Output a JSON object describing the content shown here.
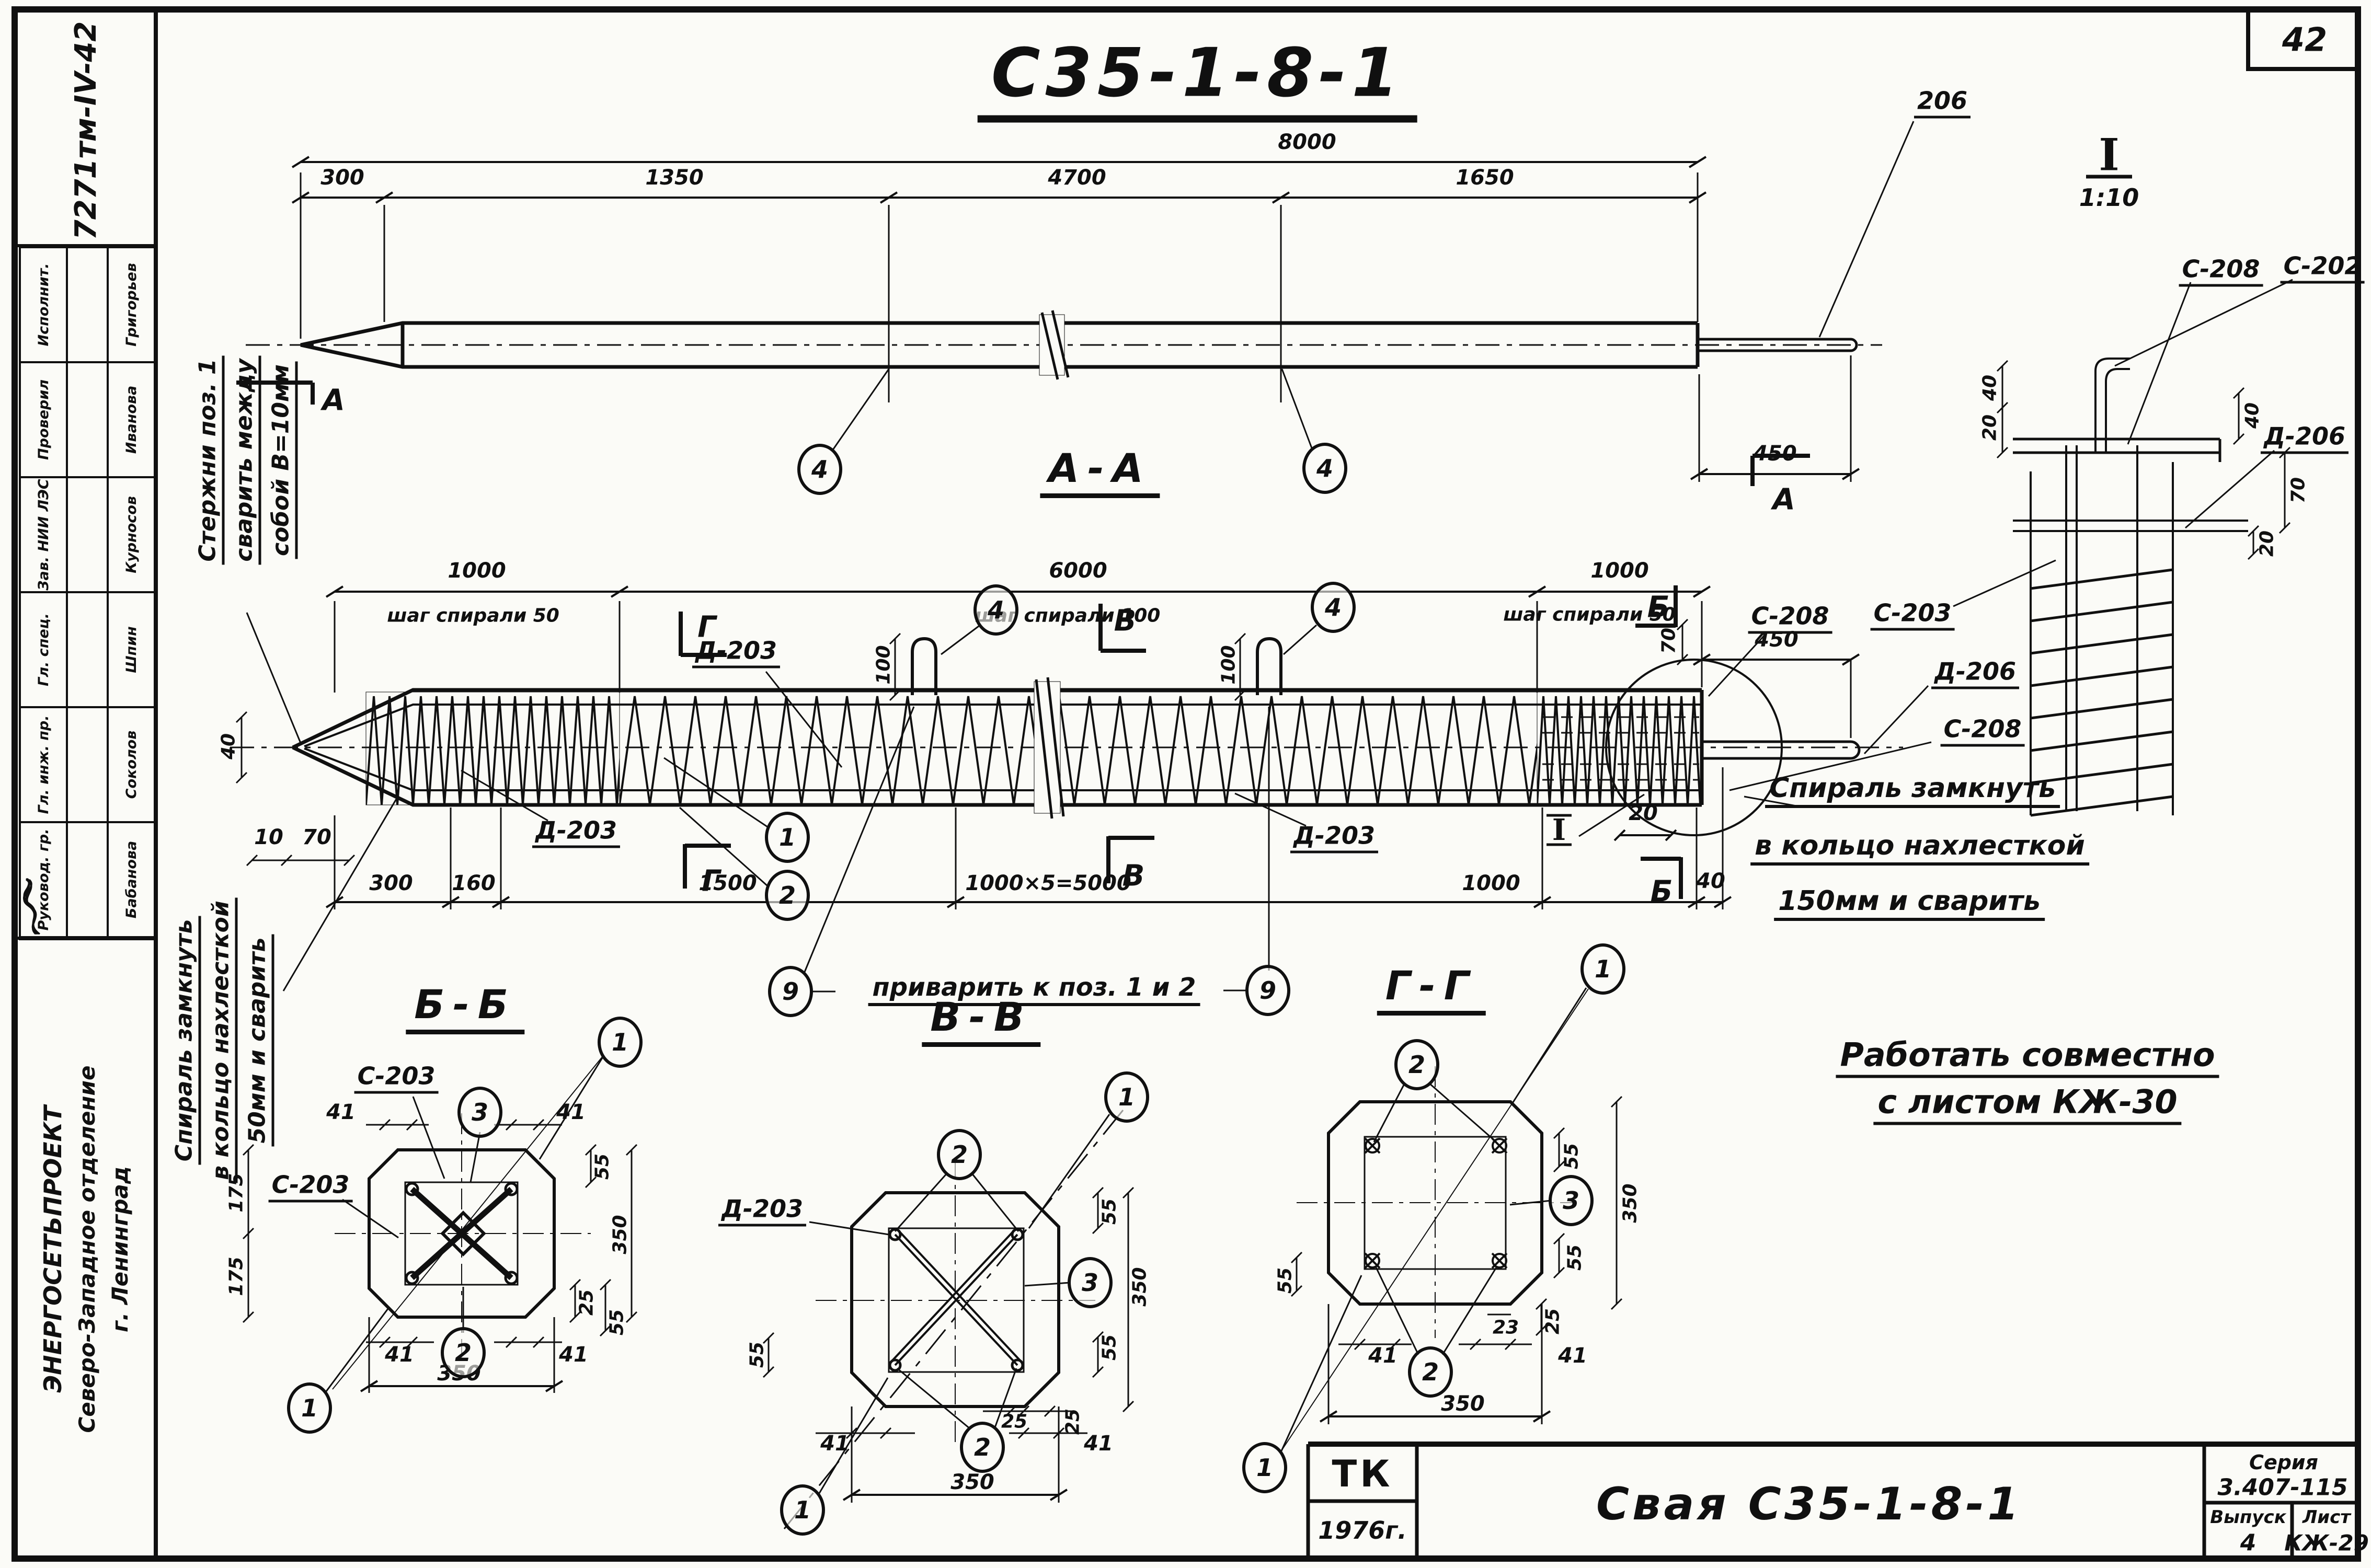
{
  "sheet": {
    "number": "42",
    "doc_no": "7271тм-IV-42",
    "title": "С35-1-8-1"
  },
  "top_view": {
    "dim_total": "8000",
    "dim_300": "300",
    "dim_1350": "1350",
    "dim_4700": "4700",
    "dim_1650": "1650",
    "dim_450": "450",
    "label_206": "206",
    "marker_a": "А",
    "callout_4": "4"
  },
  "detail_i": {
    "mark": "I",
    "scale": "1:10",
    "label_s208": "С-208",
    "label_s202": "С-202",
    "label_d206": "Д-206",
    "dim_40": "40",
    "dim_20": "20",
    "dim_70": "70"
  },
  "section_aa": {
    "title": "А-А",
    "span1": "1000",
    "span1_note": "шаг спирали 50",
    "span2": "6000",
    "span2_note": "шаг спирали 100",
    "span3": "1000",
    "span3_note": "шаг спирали 50",
    "dim_300": "300",
    "dim_160": "160",
    "dim_1500": "1500",
    "dim_5000": "1000×5=5000",
    "dim_1000": "1000",
    "dim_40_right": "40",
    "dim_40_left": "40",
    "dim_10": "10",
    "dim_70_left": "70",
    "dim_450": "450",
    "dim_70_right": "70",
    "dim_20": "20",
    "dim_100": "100",
    "marker_g": "Г",
    "marker_v": "В",
    "marker_b": "Б",
    "mark_i": "I",
    "label_d203": "Д-203",
    "label_s208": "С-208",
    "label_s203": "С-203",
    "label_d206": "Д-206",
    "callout_1": "1",
    "callout_2": "2",
    "callout_4": "4",
    "callout_9": "9",
    "spiral_note": [
      "Спираль замкнуть",
      "в кольцо нахлесткой",
      "150мм и сварить"
    ],
    "weld_note": "приварить к поз. 1 и 2"
  },
  "tip_notes": {
    "rods": [
      "Стержни поз. 1",
      "сварить между",
      "собой В=10мм"
    ],
    "spiral": [
      "Спираль замкнуть",
      "в кольцо нахлесткой",
      "50мм и сварить"
    ]
  },
  "section_bb": {
    "title": "Б-Б",
    "label_s203": "С-203",
    "dim_41": "41",
    "dim_175": "175",
    "dim_55": "55",
    "dim_25": "25",
    "dim_350": "350",
    "callout_1": "1",
    "callout_2": "2",
    "callout_3": "3"
  },
  "section_vv": {
    "title": "В-В",
    "label_d203": "Д-203",
    "dim_41": "41",
    "dim_55": "55",
    "dim_25": "25",
    "dim_350": "350",
    "callout_1": "1",
    "callout_2": "2",
    "callout_3": "3"
  },
  "section_gg": {
    "title": "Г-Г",
    "dim_41": "41",
    "dim_55": "55",
    "dim_25": "25",
    "dim_23": "23",
    "dim_350": "350",
    "callout_1": "1",
    "callout_2": "2",
    "callout_3": "3"
  },
  "general_note": [
    "Работать совместно",
    "с листом КЖ-30"
  ],
  "title_block": {
    "org_code": "ТК",
    "year": "1976г.",
    "name": "Свая  С35-1-8-1",
    "series_label": "Серия",
    "series": "3.407-115",
    "issue_label": "Выпуск",
    "issue": "4",
    "sheet_label": "Лист",
    "sheet": "КЖ-29"
  },
  "stamp": {
    "org_line1": "ЭНЕРГОСЕТЬПРОЕКТ",
    "org_line2": "Северо-Западное отделение",
    "org_line3": "г. Ленинград",
    "rows": [
      {
        "role": "Исполнит.",
        "name": "Григорьев"
      },
      {
        "role": "Проверил",
        "name": "Иванова"
      },
      {
        "role": "Зав. НИИ ЛЭС",
        "name": "Курносов"
      },
      {
        "role": "Гл. спец.",
        "name": "Шпин"
      },
      {
        "role": "Гл. инж. пр.",
        "name": "Соколов"
      },
      {
        "role": "Руковод. гр.",
        "name": "Бабанова"
      }
    ]
  }
}
